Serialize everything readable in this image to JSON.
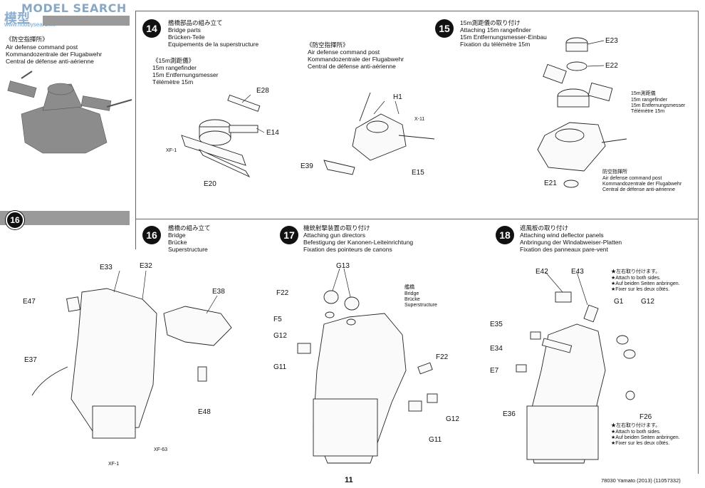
{
  "watermark": {
    "brand": "MODEL SEARCH",
    "jp": "模型",
    "url": "www.hobbysearch..."
  },
  "left_panel": {
    "label_jp": "《防空指揮所》",
    "label_en": "Air defense command post",
    "label_de": "Kommandozentrale der Flugabwehr",
    "label_fr": "Central de défense anti-aérienne"
  },
  "step14": {
    "number": "14",
    "title_jp": "艦橋部品の組み立て",
    "title_en": "Bridge parts",
    "title_de": "Brücken-Teile",
    "title_fr": "Equipements de la superstructure",
    "sub_jp": "《15m測距儀》",
    "sub_en": "15m rangefinder",
    "sub_de": "15m Entfernungsmesser",
    "sub_fr": "Télémètre 15m",
    "sub2_jp": "《防空指揮所》",
    "sub2_en": "Air defense command post",
    "sub2_de": "Kommandozentrale der Flugabwehr",
    "sub2_fr": "Central de défense anti-aérienne",
    "parts": {
      "e28": "E28",
      "e14": "E14",
      "xf1": "XF-1",
      "e20": "E20",
      "h1": "H1",
      "x11": "X-11",
      "e39": "E39",
      "e15": "E15"
    }
  },
  "step15": {
    "number": "15",
    "title_jp": "15m測距儀の取り付け",
    "title_en": "Attaching 15m rangefinder",
    "title_de": "15m Entfernungsmesser-Einbau",
    "title_fr": "Fixation du télémètre 15m",
    "parts": {
      "e23": "E23",
      "e22": "E22",
      "e21": "E21"
    },
    "note1_jp": "15m測距儀",
    "note1_en": "15m rangefinder",
    "note1_de": "15m Entfernungsmesser",
    "note1_fr": "Télémètre 15m",
    "note2_jp": "防空指揮所",
    "note2_en": "Air defense command post",
    "note2_de": "Kommandozentrale der Flugabwehr",
    "note2_fr": "Central de défense anti-aérienne"
  },
  "step16": {
    "number": "16",
    "title_jp": "艦橋の組み立て",
    "title_en": "Bridge",
    "title_de": "Brücke",
    "title_fr": "Superstructure",
    "parts": {
      "e33": "E33",
      "e32": "E32",
      "e47": "E47",
      "e38": "E38",
      "e37": "E37",
      "e48": "E48",
      "xf63": "XF-63",
      "xf1": "XF-1"
    }
  },
  "step17": {
    "number": "17",
    "title_jp": "機銃射撃装置の取り付け",
    "title_en": "Attaching gun directors",
    "title_de": "Befestigung der Kanonen-Leiteinrichtung",
    "title_fr": "Fixation des pointeurs de canons",
    "bridge_jp": "艦橋",
    "bridge_en": "Bridge",
    "bridge_de": "Brücke",
    "bridge_fr": "Superstructure",
    "parts": {
      "g13": "G13",
      "f22a": "F22",
      "f5": "F5",
      "g12a": "G12",
      "g11a": "G11",
      "f22b": "F22",
      "g12b": "G12",
      "g11b": "G11"
    }
  },
  "step18": {
    "number": "18",
    "title_jp": "遮風板の取り付け",
    "title_en": "Attaching wind deflector panels",
    "title_de": "Anbringung der Windabweiser-Platten",
    "title_fr": "Fixation des panneaux pare-vent",
    "note_jp": "★左右取り付けます。",
    "note_en": "★Attach to both sides.",
    "note_de": "★Auf beiden Seiten anbringen.",
    "note_fr": "★Fixer sur les deux côtés.",
    "parts": {
      "e42": "E42",
      "e43": "E43",
      "g1": "G1",
      "g12": "G12",
      "e35": "E35",
      "e34": "E34",
      "e7": "E7",
      "e36": "E36",
      "f26": "F26"
    }
  },
  "section_marker": "16",
  "page_number": "11",
  "footer": "78030 Yamato (2013) (11057332)"
}
